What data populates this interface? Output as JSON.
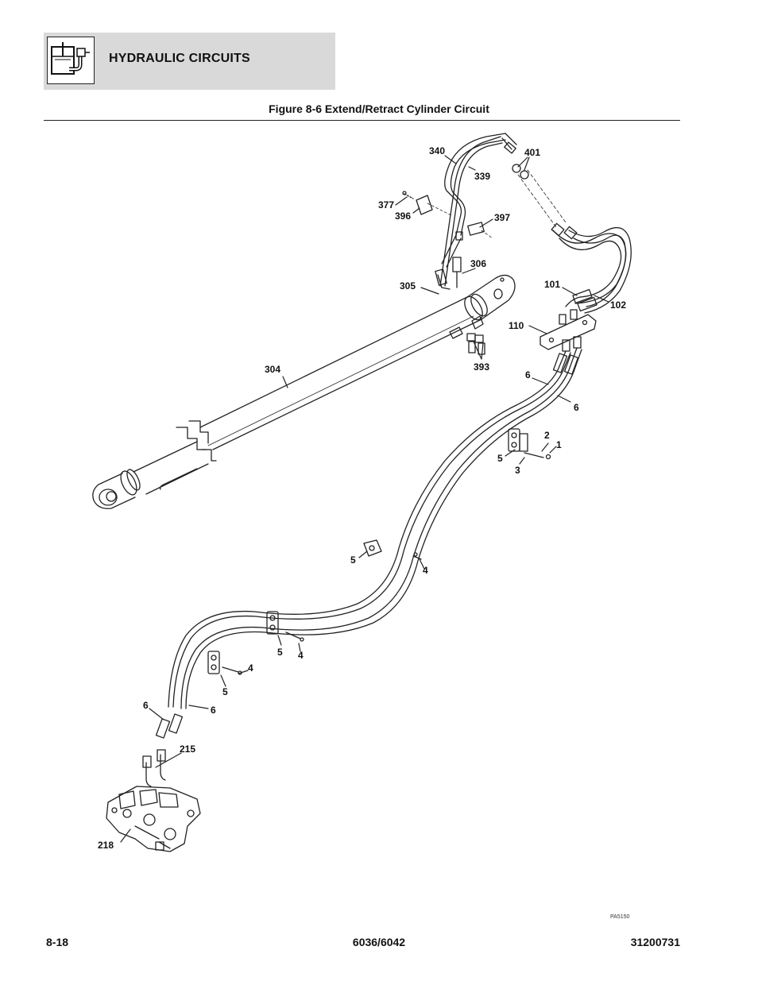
{
  "header": {
    "section_title": "HYDRAULIC CIRCUITS",
    "icon": "hydraulic-reservoir-icon"
  },
  "figure": {
    "title": "Figure 8-6 Extend/Retract Cylinder Circuit",
    "drawing_id": "PA5150",
    "callouts": {
      "c340": "340",
      "c339": "339",
      "c401": "401",
      "c377": "377",
      "c396": "396",
      "c397": "397",
      "c306": "306",
      "c305": "305",
      "c101": "101",
      "c102": "102",
      "c110": "110",
      "c304": "304",
      "c393": "393",
      "c6a": "6",
      "c6b": "6",
      "c2": "2",
      "c1": "1",
      "c5a": "5",
      "c3": "3",
      "c5b": "5",
      "c4a": "4",
      "c5c": "5",
      "c4b": "4",
      "c4c": "4",
      "c5d": "5",
      "c6c": "6",
      "c6d": "6",
      "c215": "215",
      "c218": "218"
    }
  },
  "footer": {
    "page_number": "8-18",
    "model": "6036/6042",
    "manual_number": "31200731"
  }
}
